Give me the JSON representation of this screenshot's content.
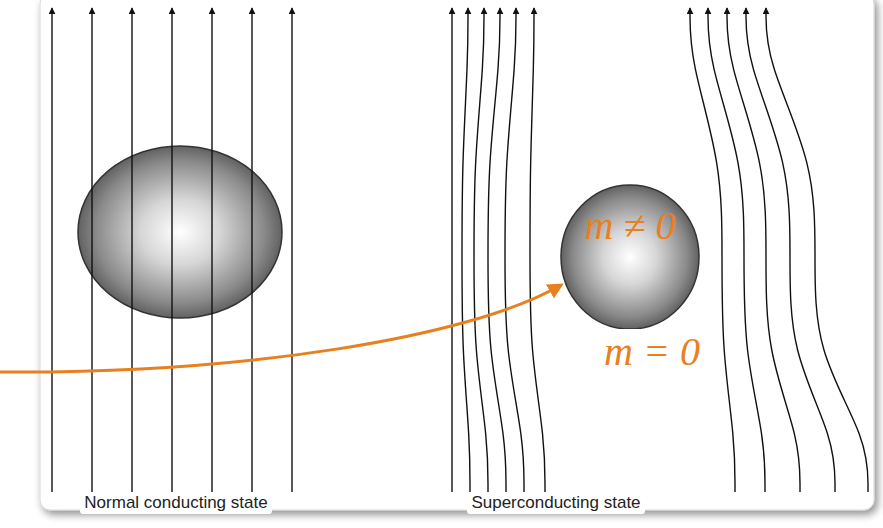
{
  "diagram": {
    "nodes": [
      {
        "text": [
          "m ≠ 0"
        ]
      }
    ],
    "labels": [
      "m = 0",
      "Normal conducting state",
      "Superconducting state"
    ]
  }
}
